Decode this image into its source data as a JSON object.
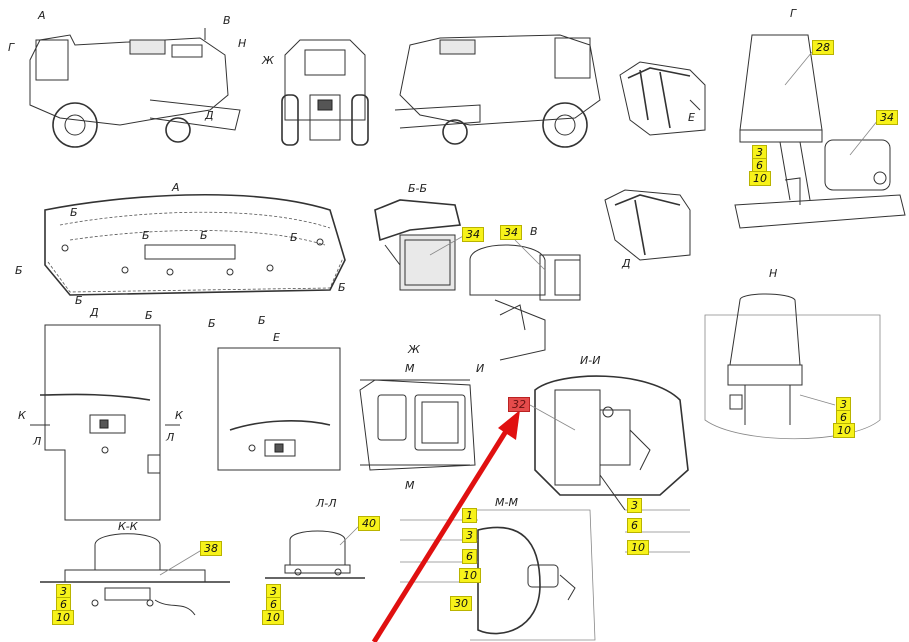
{
  "views": {
    "g_top": "Г",
    "a_section": "А",
    "bb_section": "Б-Б",
    "v_view": "В",
    "n_view": "Н",
    "ii_section": "И-И",
    "e_view": "Е",
    "zh_view": "Ж",
    "kk_section": "К-К",
    "ll_section": "Л-Л",
    "mm_section": "М-М"
  },
  "arrows": {
    "a": "А",
    "v": "В",
    "g": "Г",
    "n": "Н",
    "d": "Д",
    "zh": "Ж",
    "e": "Е",
    "b": "Б",
    "k": "К",
    "l": "Л",
    "m": "М",
    "i": "И"
  },
  "callouts": {
    "n28": "28",
    "n34": "34",
    "n3": "3",
    "n6": "6",
    "n10": "10",
    "n38": "38",
    "n40": "40",
    "n1": "1",
    "n30": "30",
    "n32": "32"
  },
  "colors": {
    "callout_fill": "#f7f21a",
    "highlight_fill": "#e54b4b",
    "pointer_arrow": "#e01010"
  }
}
